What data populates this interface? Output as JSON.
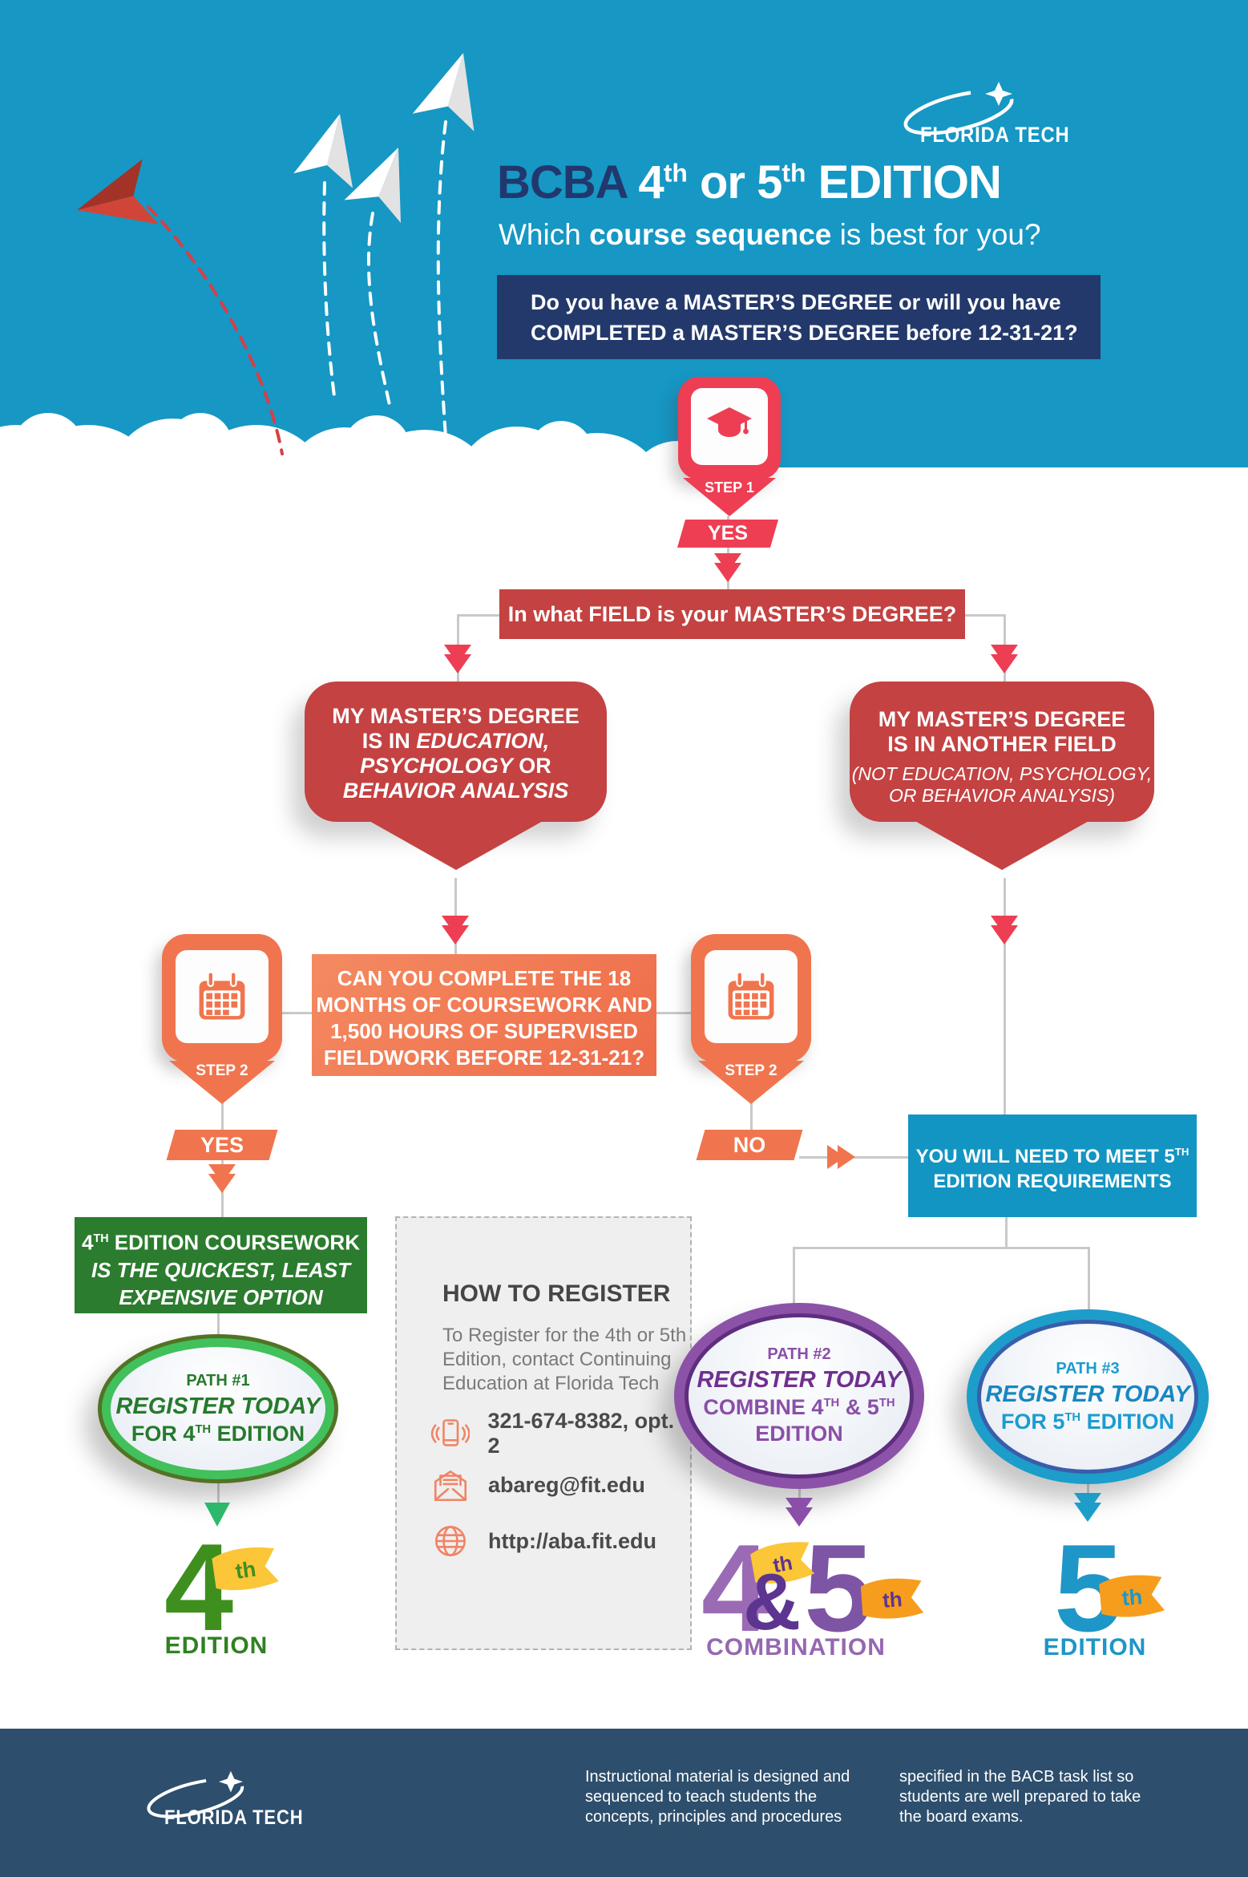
{
  "hero": {
    "logo": "FLORIDA TECH",
    "title": {
      "bcba": "BCBA",
      "n1": " 4",
      "s1": "th",
      "mid": " or 5",
      "s2": "th",
      "end": " EDITION"
    },
    "subtitle": {
      "pre": "Which ",
      "bold": "course sequence",
      "post": " is best for you?"
    },
    "question_l1": "Do you have a MASTER’S DEGREE or will you have",
    "question_l2": "COMPLETED a MASTER’S DEGREE before 12-31-21?"
  },
  "flow": {
    "step1": "STEP 1",
    "step2": "STEP 2",
    "yes": "YES",
    "no": "NO",
    "field_q": "In what FIELD is your MASTER’S DEGREE?",
    "left_bubble": {
      "l1": "MY MASTER’S DEGREE",
      "l2pre": "IS IN ",
      "l2it": "EDUCATION,",
      "l3it": "PSYCHOLOGY",
      "l3post": " OR",
      "l4it": "BEHAVIOR ANALYSIS"
    },
    "right_bubble": {
      "l1": "MY MASTER’S DEGREE",
      "l2": "IS IN ANOTHER FIELD",
      "s1": "(NOT EDUCATION, PSYCHOLOGY,",
      "s2": "OR BEHAVIOR ANALYSIS)"
    },
    "course_q": [
      "CAN YOU COMPLETE THE 18",
      "MONTHS OF COURSEWORK AND",
      "1,500 HOURS OF SUPERVISED",
      "FIELDWORK BEFORE 12-31-21?"
    ],
    "meet5": {
      "pre": "YOU WILL NEED TO MEET 5",
      "sup": "TH",
      "l2": "EDITION REQUIREMENTS"
    },
    "green": {
      "pre": "4",
      "sup": "TH",
      "post": " EDITION COURSEWORK",
      "l2": "IS THE QUICKEST, LEAST",
      "l3": "EXPENSIVE OPTION"
    }
  },
  "paths": {
    "p1": {
      "label": "PATH #1",
      "cta": "REGISTER TODAY",
      "pre": "FOR 4",
      "sup": "TH",
      "post": " EDITION"
    },
    "p2": {
      "label": "PATH #2",
      "cta": "REGISTER TODAY",
      "pre": "COMBINE 4",
      "sup1": "TH",
      "mid": " & 5",
      "sup2": "TH",
      "l2": "EDITION"
    },
    "p3": {
      "label": "PATH #3",
      "cta": "REGISTER TODAY",
      "pre": "FOR 5",
      "sup": "TH",
      "post": " EDITION"
    }
  },
  "register": {
    "title": "HOW TO REGISTER",
    "body": [
      "To Register for the 4th or 5th",
      "Edition, contact Continuing",
      "Education at Florida Tech"
    ],
    "phone": "321-674-8382, opt. 2",
    "email": "abareg@fit.edu",
    "url": "http://aba.fit.edu"
  },
  "logos": {
    "e4": {
      "num": "4",
      "flag": "th",
      "word": "EDITION"
    },
    "e45": {
      "num1": "4",
      "flag1": "th",
      "amp": "&",
      "num2": "5",
      "flag2": "th",
      "word": "COMBINATION"
    },
    "e5": {
      "num": "5",
      "flag": "th",
      "word": "EDITION"
    }
  },
  "footer": {
    "logo": "FLORIDA TECH",
    "col1": [
      "Instructional material is designed and",
      "sequenced to teach students the",
      "concepts, principles and procedures"
    ],
    "col2": [
      "specified in the BACB task list so",
      "students are well prepared to take",
      "the board exams."
    ]
  },
  "colors": {
    "sky_blue": "#1697c4",
    "navy": "#24396b",
    "crimson": "#ee3e53",
    "brick_red": "#c44242",
    "orange": "#f0754e",
    "teal_blue": "#1295c2",
    "green": "#2b7c2e",
    "purple": "#8a4fa8",
    "footer_navy": "#2d4e6c",
    "flag_yellow": "#fbc637",
    "flag_orange": "#f79d1e"
  }
}
